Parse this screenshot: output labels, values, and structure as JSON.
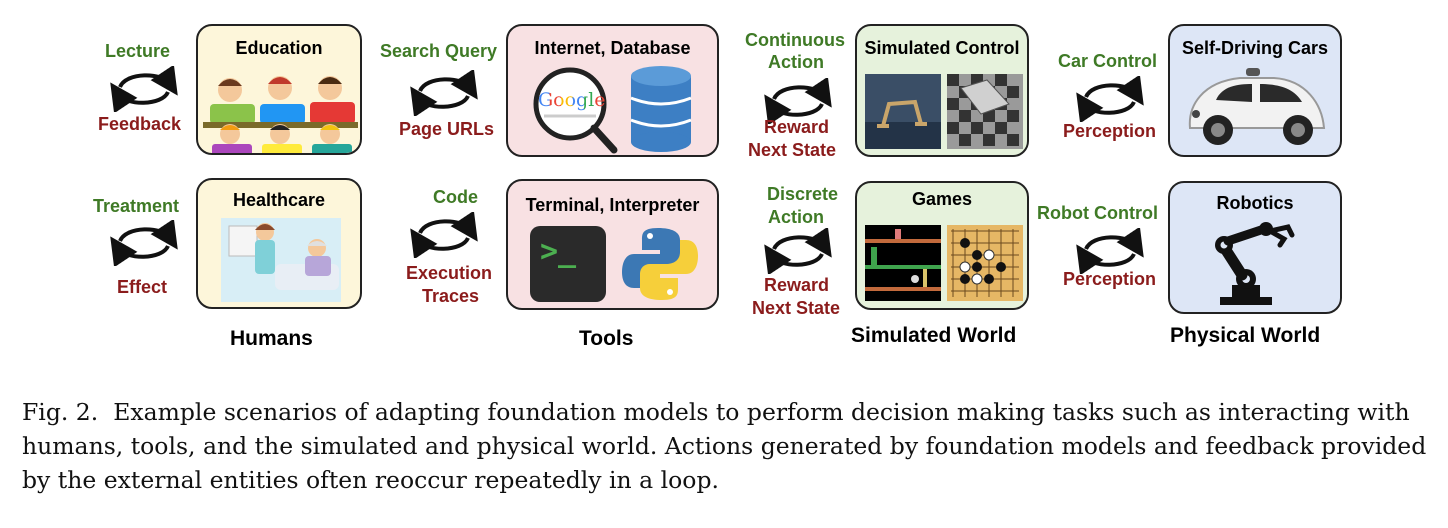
{
  "groups": {
    "humans": "Humans",
    "tools": "Tools",
    "simulated_world": "Simulated World",
    "physical_world": "Physical World"
  },
  "scenarios": {
    "education": {
      "title": "Education",
      "action": "Lecture",
      "feedback": "Feedback"
    },
    "healthcare": {
      "title": "Healthcare",
      "action": "Treatment",
      "feedback": "Effect"
    },
    "internet": {
      "title": "Internet, Database",
      "action": "Search Query",
      "feedback": "Page URLs",
      "logo_text": "Google"
    },
    "terminal": {
      "title": "Terminal, Interpreter",
      "action": "Code",
      "feedback_line1": "Execution",
      "feedback_line2": "Traces",
      "prompt_text": ">_"
    },
    "sim_control": {
      "title": "Simulated Control",
      "action_line1": "Continuous",
      "action_line2": "Action",
      "feedback_line1": "Reward",
      "feedback_line2": "Next State"
    },
    "games": {
      "title": "Games",
      "action_line1": "Discrete",
      "action_line2": "Action",
      "feedback_line1": "Reward",
      "feedback_line2": "Next State"
    },
    "cars": {
      "title": "Self-Driving Cars",
      "action": "Car Control",
      "feedback": "Perception"
    },
    "robotics": {
      "title": "Robotics",
      "action": "Robot Control",
      "feedback": "Perception"
    }
  },
  "caption": {
    "label": "Fig. 2.",
    "text": "Example scenarios of adapting foundation models to perform decision making tasks such as interacting with humans, tools, and the simulated and physical world. Actions generated by foundation models and feedback provided by the external entities often reoccur repeatedly in a loop."
  },
  "colors": {
    "action": "#3f7a26",
    "feedback": "#8b1c1c"
  }
}
